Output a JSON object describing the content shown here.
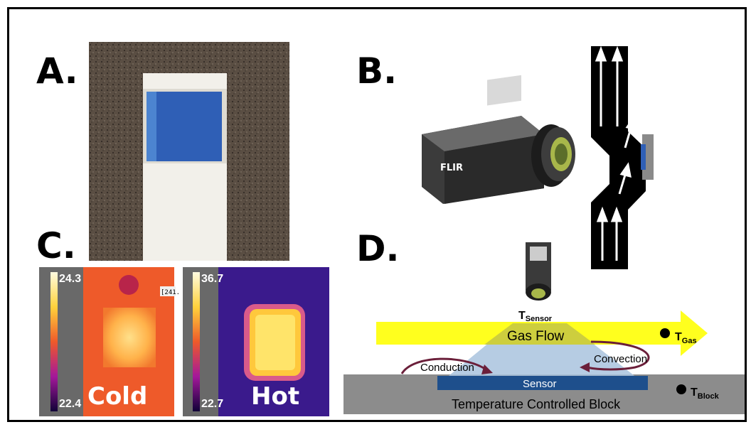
{
  "panels": {
    "a": {
      "label": "A."
    },
    "b": {
      "label": "B.",
      "camera_brand": "FLIR"
    },
    "c": {
      "label": "C.",
      "cold": {
        "label": "Cold",
        "scale_max": "24.3",
        "scale_min": "22.4",
        "readout": "[241."
      },
      "hot": {
        "label": "Hot",
        "scale_max": "36.7",
        "scale_min": "22.7"
      }
    },
    "d": {
      "label": "D.",
      "sensor_temp_label": {
        "main": "T",
        "sub": "Sensor"
      },
      "gas_temp_label": {
        "main": "T",
        "sub": "Gas"
      },
      "block_temp_label": {
        "main": "T",
        "sub": "Block"
      },
      "gas_flow": "Gas Flow",
      "conduction": "Conduction",
      "convection": "Convection",
      "sensor": "Sensor",
      "block": "Temperature Controlled Block"
    }
  },
  "colors": {
    "gas_flow_arrow": "#ffff1e",
    "sensor_bar": "#1e4f8c",
    "block": "#8c8c8c",
    "heat_cone": "#a9c3de",
    "heat_arrows": "#6b1f3a",
    "thermal_cold_bg": "#ee5a2a",
    "thermal_hot_bg": "#3a1a8c"
  }
}
